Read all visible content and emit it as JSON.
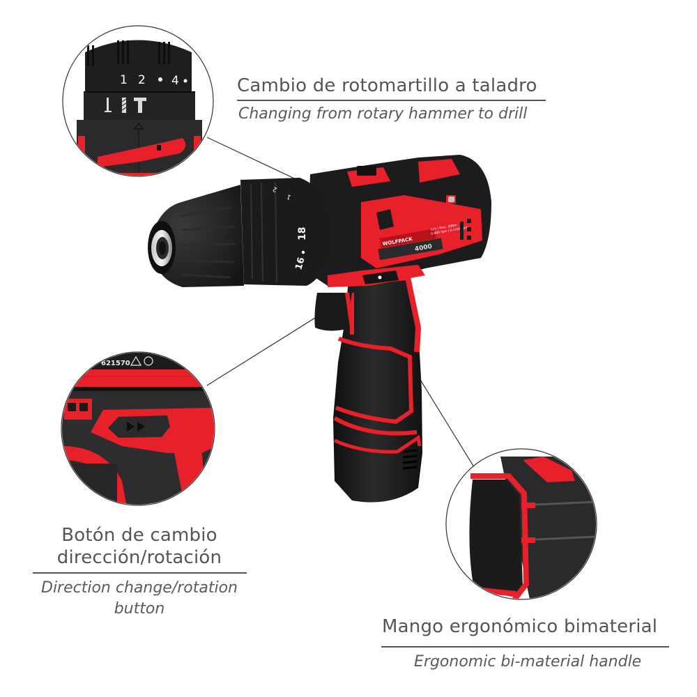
{
  "colors": {
    "accent_red": "#e8202a",
    "body_black": "#1c1c1e",
    "text_gray": "#555555",
    "divider_gray": "#555555",
    "background": "#ffffff"
  },
  "callouts": [
    {
      "id": "mode-switch",
      "title_es": "Cambio de rotomartillo a taladro",
      "subtitle_en": "Changing from rotary hammer to drill",
      "detail_icon": "mode-selector-ring",
      "ring_numbers": [
        "1",
        "2",
        "4"
      ],
      "ring_mode_icons": [
        "hammer-drill-icon",
        "drill-icon",
        "screwdriver-icon"
      ]
    },
    {
      "id": "direction-button",
      "title_es_line1": "Botón de cambio",
      "title_es_line2": "dirección/rotación",
      "subtitle_en_line1": "Direction change/rotation",
      "subtitle_en_line2": "button",
      "detail_icon": "forward-arrows-icon",
      "detail_label_fragment": "621570"
    },
    {
      "id": "handle",
      "title_es": "Mangο ergonómico bimaterial",
      "subtitle_en": "Ergonomic bi-material handle",
      "detail_icon": "grip-texture"
    }
  ],
  "product": {
    "brand": "WOLFPACK",
    "rating_line1": "12V / Max. 20Nm",
    "rating_line2": "0-400 rpm / 0-1400 rpm",
    "model_text": "4000",
    "torque_numbers": [
      "16",
      "18"
    ],
    "collar_numbers": [
      "2",
      "1"
    ]
  }
}
